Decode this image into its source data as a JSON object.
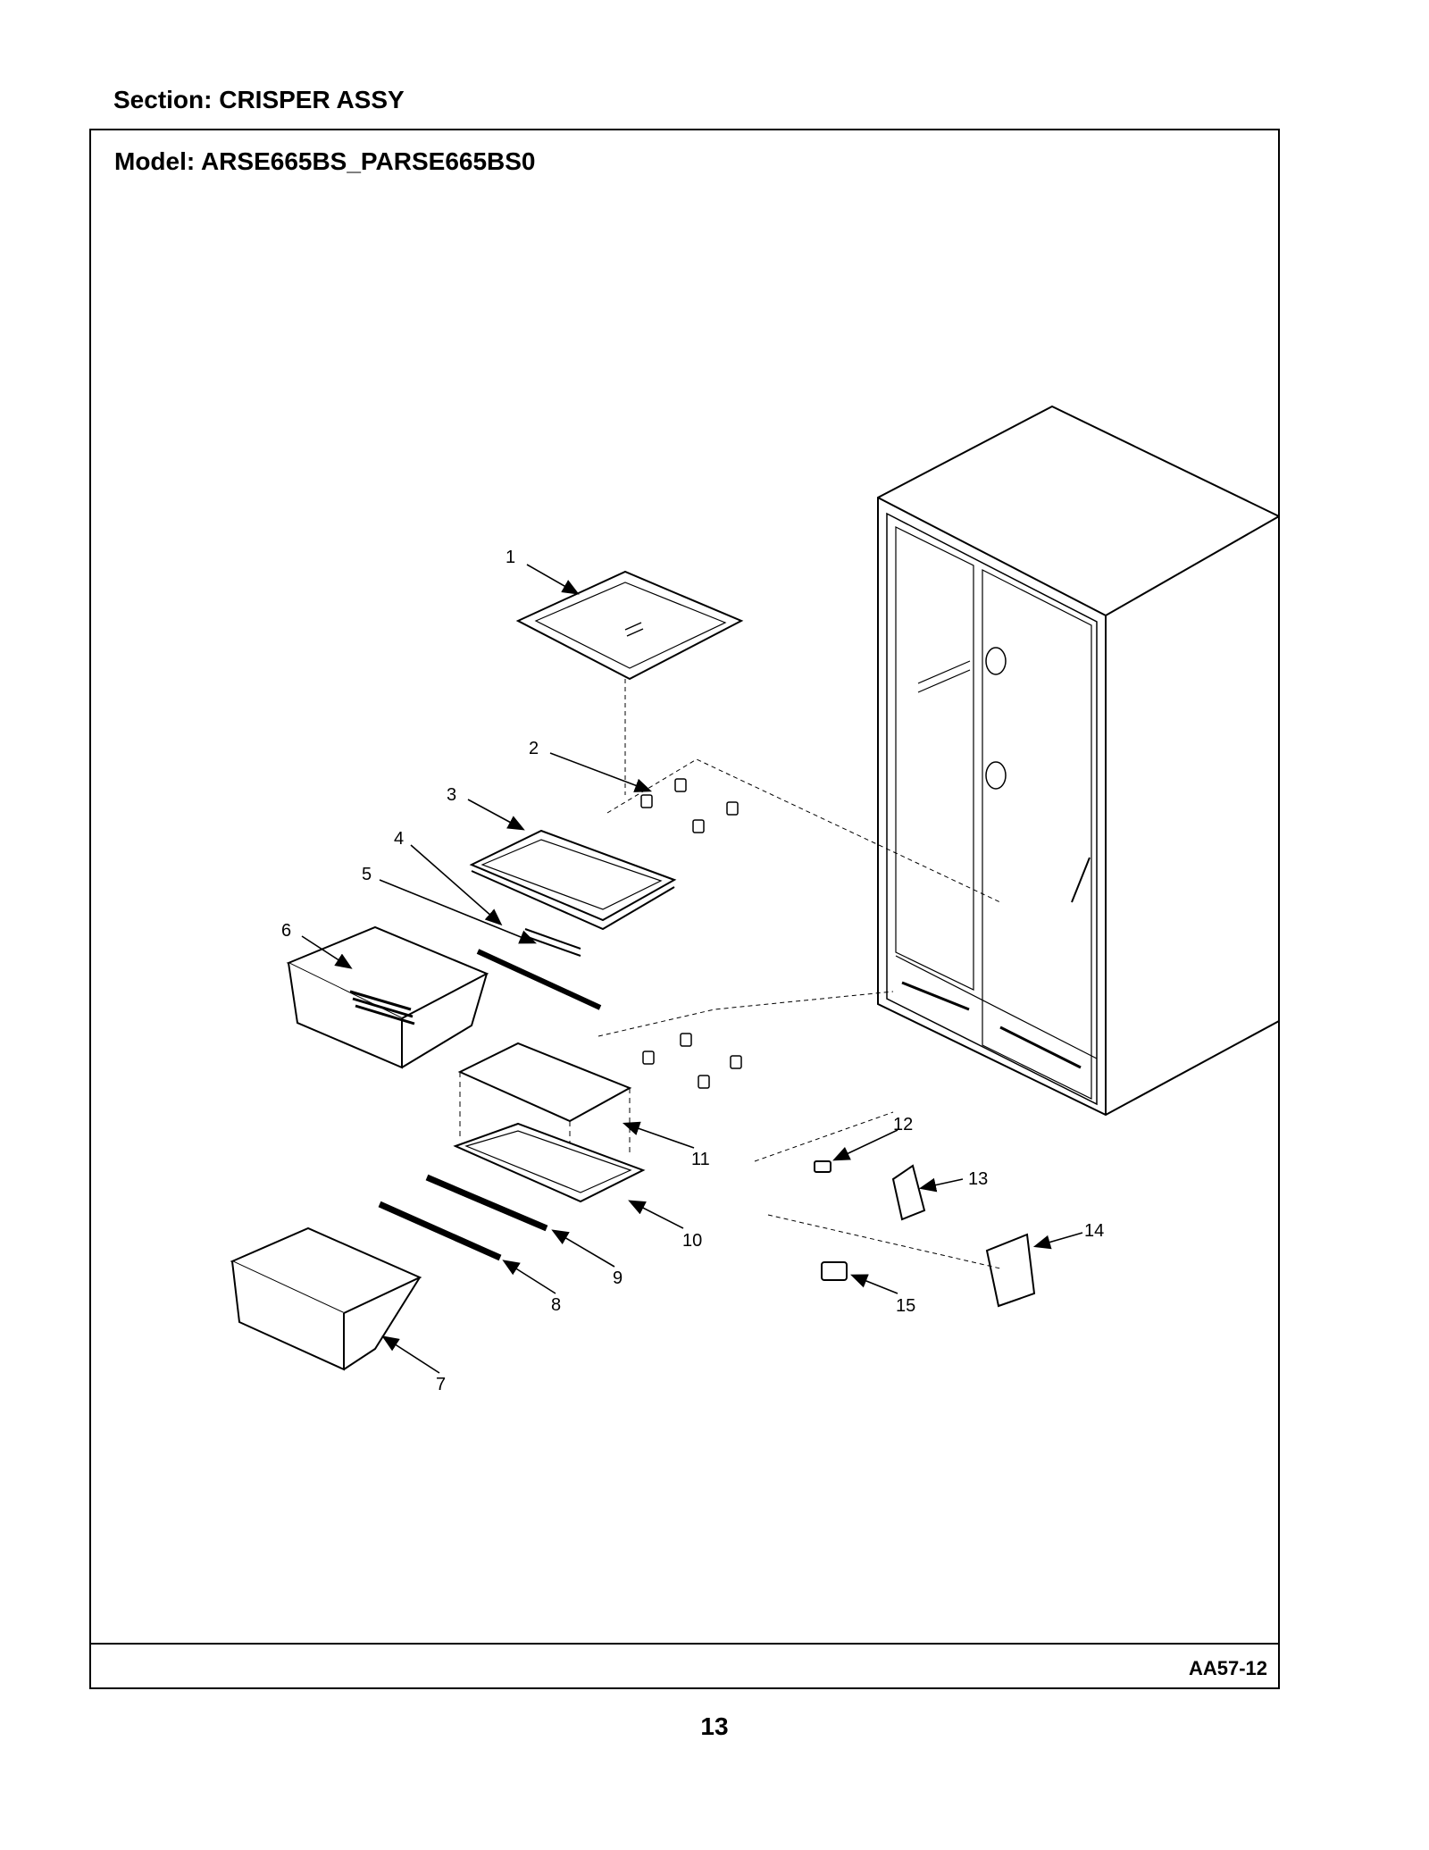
{
  "header": {
    "section": "Section:  CRISPER ASSY"
  },
  "frame": {
    "model": "Model:  ARSE665BS_PARSE665BS0",
    "code": "AA57-12"
  },
  "page_number": "13",
  "callouts": [
    "1",
    "2",
    "3",
    "4",
    "5",
    "6",
    "7",
    "8",
    "9",
    "10",
    "11",
    "12",
    "13",
    "14",
    "15"
  ],
  "colors": {
    "line": "#000000",
    "background": "#ffffff"
  }
}
